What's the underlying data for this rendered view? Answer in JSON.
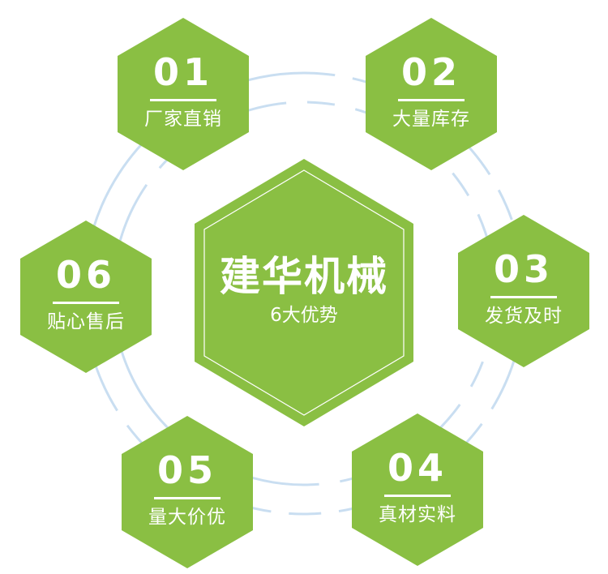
{
  "colors": {
    "hex_fill": "#8abf43",
    "text": "#ffffff",
    "ring": "#c5ddf0",
    "background": "#ffffff"
  },
  "center": {
    "title": "建华机械",
    "subtitle": "6大优势"
  },
  "advantages": [
    {
      "number": "01",
      "label": "厂家直销"
    },
    {
      "number": "02",
      "label": "大量库存"
    },
    {
      "number": "03",
      "label": "发货及时"
    },
    {
      "number": "04",
      "label": "真材实料"
    },
    {
      "number": "05",
      "label": "量大价优"
    },
    {
      "number": "06",
      "label": "贴心售后"
    }
  ]
}
